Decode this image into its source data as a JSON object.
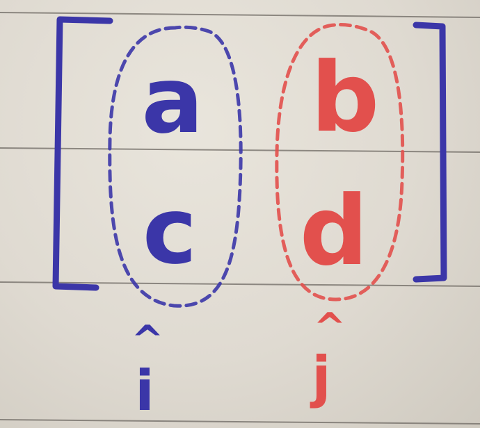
{
  "matrix": {
    "entries": {
      "top_left": "a",
      "top_right": "b",
      "bottom_left": "c",
      "bottom_right": "d"
    }
  },
  "basis_vectors": {
    "i_hat": {
      "letter": "i",
      "hat": "^"
    },
    "j_hat": {
      "letter": "j",
      "hat": "^"
    }
  },
  "colors": {
    "blue": "#3b36a8",
    "red": "#e2504d",
    "ruled_line": "#6f6a64",
    "paper": "#e6e2d9"
  }
}
